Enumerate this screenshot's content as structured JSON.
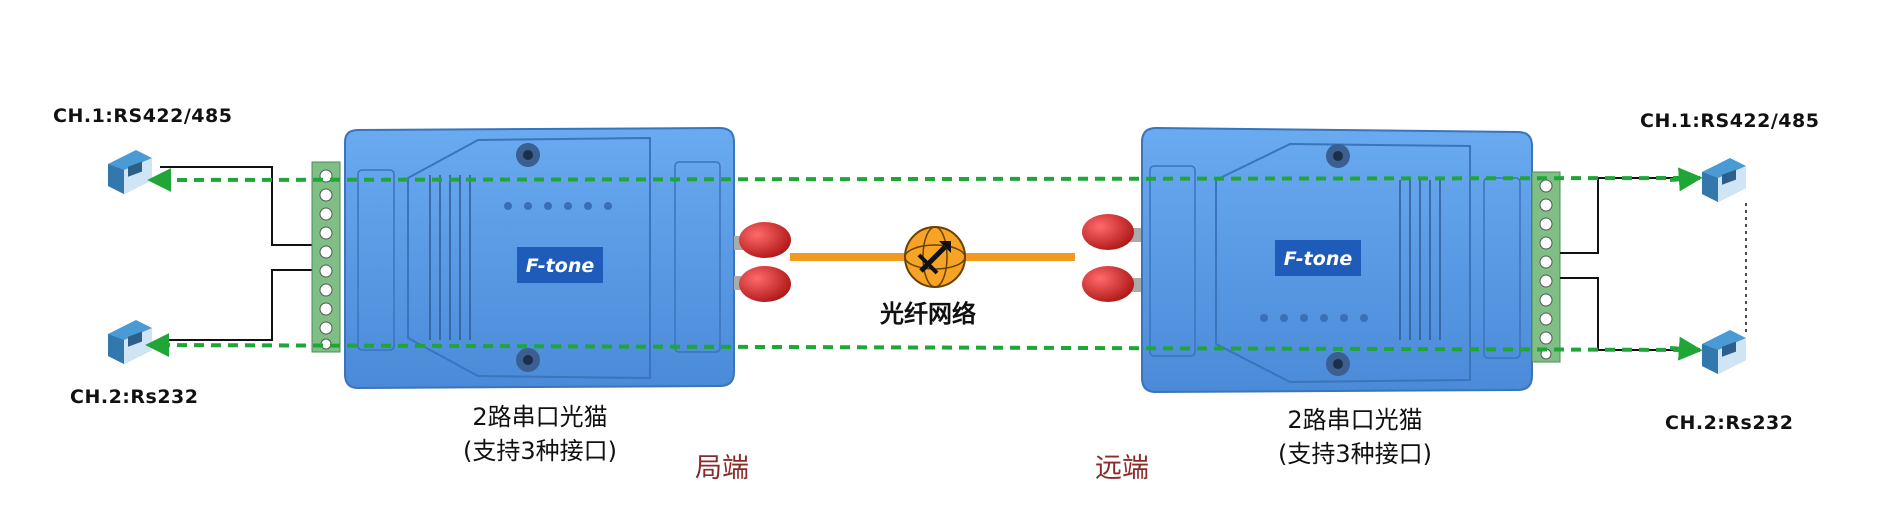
{
  "left": {
    "ch1_label": "CH.1:RS422/485",
    "ch2_label": "CH.2:Rs232",
    "device_caption_line1": "2路串口光猫",
    "device_caption_line2": "(支持3种接口)",
    "side_label": "局端",
    "brand": "F-tone"
  },
  "right": {
    "ch1_label": "CH.1:RS422/485",
    "ch2_label": "CH.2:Rs232",
    "device_caption_line1": "2路串口光猫",
    "device_caption_line2": "(支持3种接口)",
    "side_label": "远端",
    "brand": "F-tone"
  },
  "network": {
    "label": "光纤网络"
  },
  "colors": {
    "device_blue": "#5b9be6",
    "device_blue_dark": "#3f7fcf",
    "fiber_orange": "#f29a1f",
    "data_green": "#1fa637",
    "terminal_green": "#7fbf86",
    "connector_red": "#d42a2a",
    "side_label": "#8a2a2a"
  },
  "icons": {
    "fiber_network": "fiber-network-globe-icon",
    "serial_adapter": "serial-adapter-icon"
  }
}
